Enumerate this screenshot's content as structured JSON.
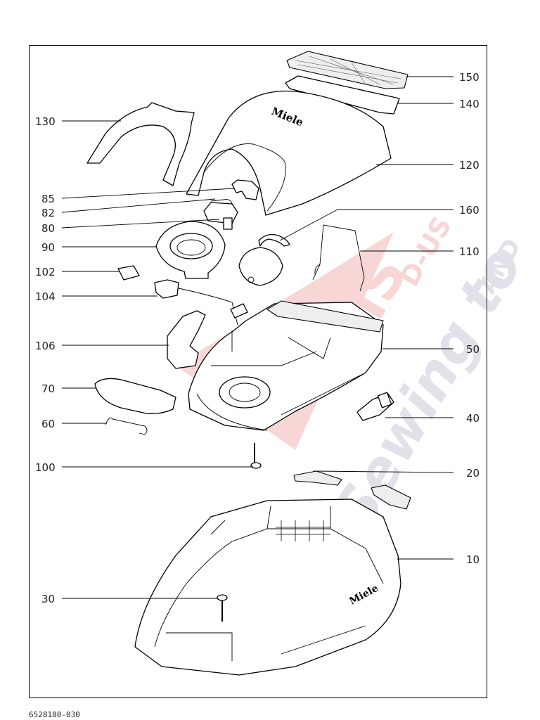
{
  "document_number": "6528180-030",
  "brand_text": "Miele",
  "watermark": {
    "lines": [
      "D-US",
      "AND",
      "UMS",
      "Sewing to"
    ]
  },
  "callouts": [
    {
      "id": "150",
      "side": "right"
    },
    {
      "id": "140",
      "side": "right"
    },
    {
      "id": "130",
      "side": "left"
    },
    {
      "id": "120",
      "side": "right"
    },
    {
      "id": "85",
      "side": "left"
    },
    {
      "id": "82",
      "side": "left"
    },
    {
      "id": "80",
      "side": "left"
    },
    {
      "id": "160",
      "side": "right"
    },
    {
      "id": "90",
      "side": "left"
    },
    {
      "id": "110",
      "side": "right"
    },
    {
      "id": "102",
      "side": "left"
    },
    {
      "id": "104",
      "side": "left"
    },
    {
      "id": "106",
      "side": "left"
    },
    {
      "id": "50",
      "side": "right"
    },
    {
      "id": "70",
      "side": "left"
    },
    {
      "id": "60",
      "side": "left"
    },
    {
      "id": "40",
      "side": "right"
    },
    {
      "id": "100",
      "side": "left"
    },
    {
      "id": "20",
      "side": "right"
    },
    {
      "id": "10",
      "side": "right"
    },
    {
      "id": "30",
      "side": "left"
    }
  ]
}
